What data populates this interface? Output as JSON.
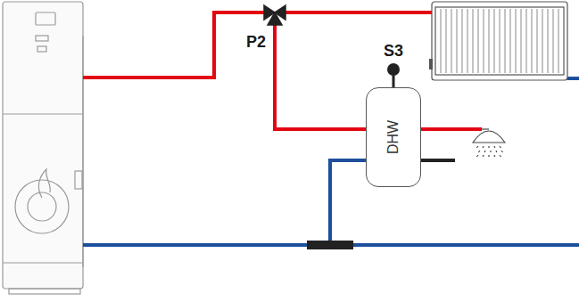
{
  "diagram": {
    "nodes": [
      {
        "text": [
          "DHW"
        ]
      }
    ],
    "labels": [
      "P2",
      "S3"
    ]
  }
}
